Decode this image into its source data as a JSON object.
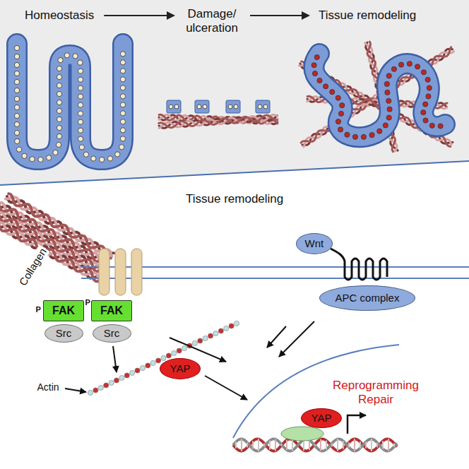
{
  "diagram": {
    "nodes": [
      {
        "text": [
          "Homeostasis"
        ]
      },
      {
        "text": [
          "Damage/ ulceration"
        ]
      },
      {
        "text": [
          "Tissue remodeling"
        ]
      },
      {
        "text": [
          "FAK"
        ]
      },
      {
        "text": [
          "FAK"
        ]
      },
      {
        "text": [
          "Src"
        ]
      },
      {
        "text": [
          "Src"
        ]
      },
      {
        "text": [
          "Wnt"
        ]
      },
      {
        "text": [
          "APC complex"
        ]
      },
      {
        "text": [
          "YAP"
        ]
      },
      {
        "text": [
          "YAP"
        ]
      }
    ],
    "edges": [
      {
        "from": 0,
        "to": 1,
        "arrow": "to"
      },
      {
        "from": 1,
        "to": 2,
        "arrow": "to"
      }
    ],
    "labels": [
      "Tissue remodeling",
      "Collagen",
      "P",
      "P",
      "Actin",
      "Reprogramming Repair"
    ]
  }
}
